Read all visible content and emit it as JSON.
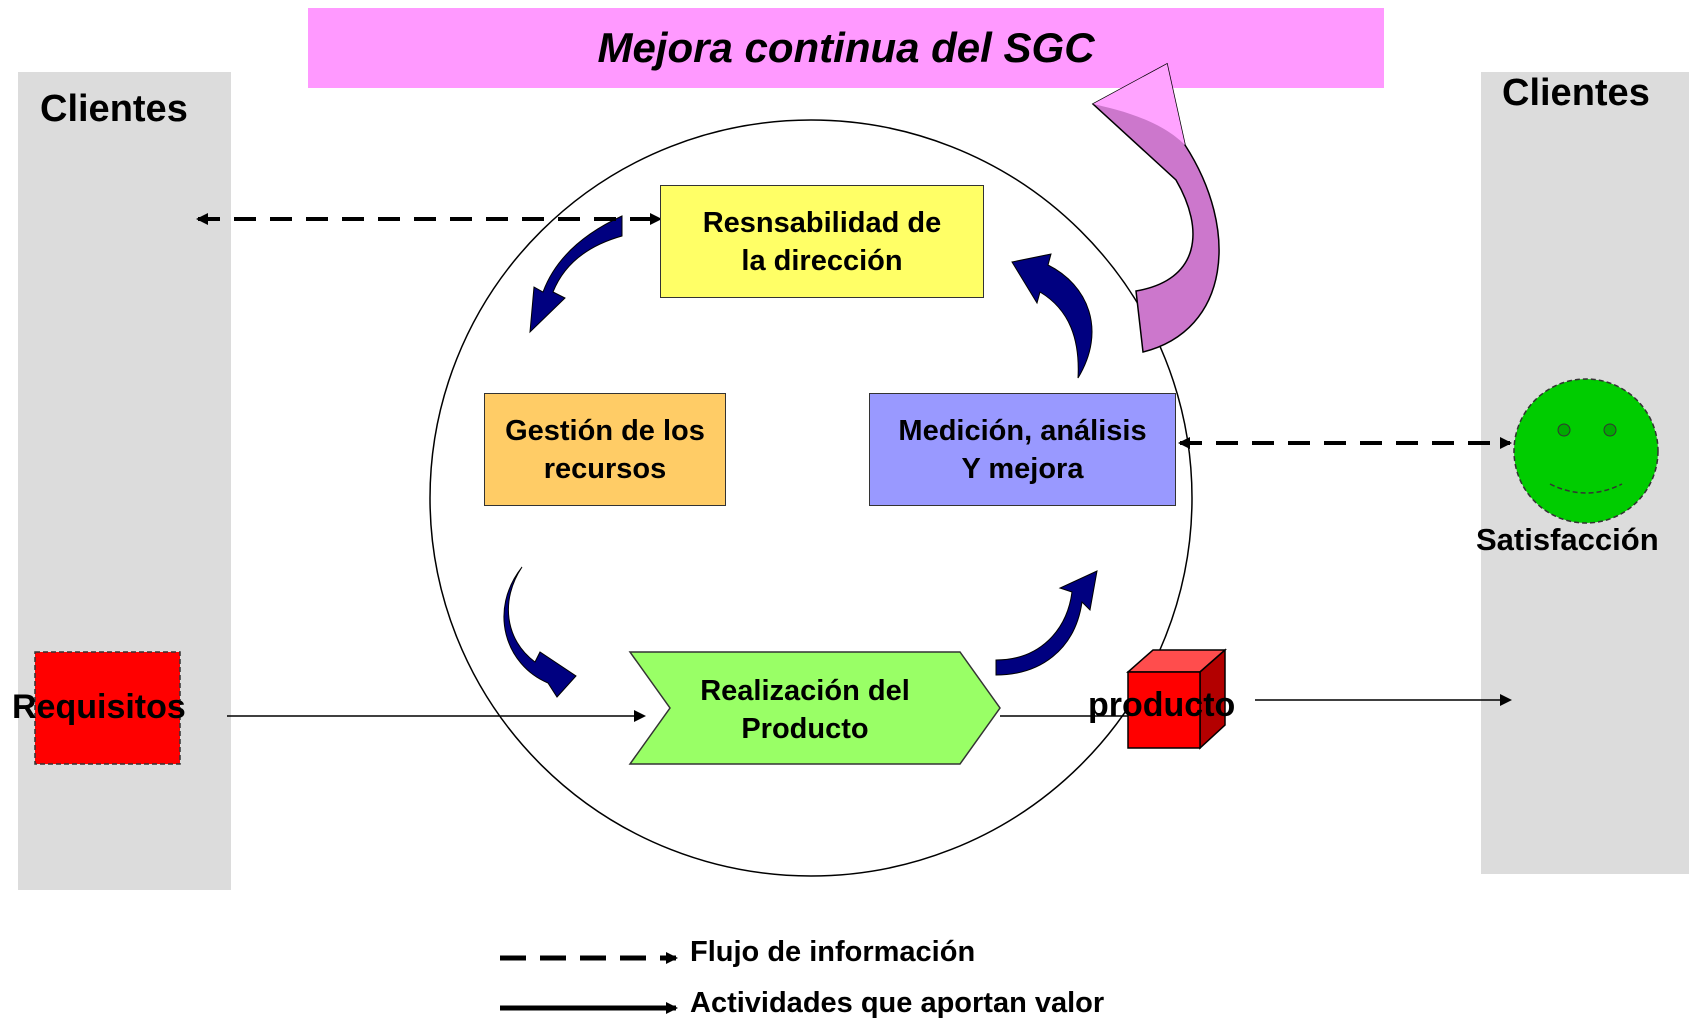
{
  "banner": {
    "title": "Mejora continua del SGC",
    "color": "#ff99ff"
  },
  "left_panel": {
    "title": "Clientes",
    "requirements_label": "Requisitos"
  },
  "right_panel": {
    "title": "Clientes",
    "satisfaction_label": "Satisfacción"
  },
  "processes": {
    "management": {
      "label": "Resnsabilidad de\nla dirección",
      "color": "#ffff66"
    },
    "resources": {
      "label": "Gestión de los\nrecursos",
      "color": "#ffcc66"
    },
    "measurement": {
      "label": "Medición, análisis\nY mejora",
      "color": "#9999ff"
    },
    "realization": {
      "label": "Realización del\nProducto",
      "color": "#99ff66"
    }
  },
  "product_label": "producto",
  "legend": {
    "information_flow": "Flujo de información",
    "value_activities": "Actividades que aportan valor"
  },
  "colors": {
    "cycle_arrows": "#000080",
    "improvement_arrow": "#cc77cc",
    "requirements_box": "#ff0000",
    "smiley": "#00cc00",
    "panels": "#dcdcdc"
  }
}
